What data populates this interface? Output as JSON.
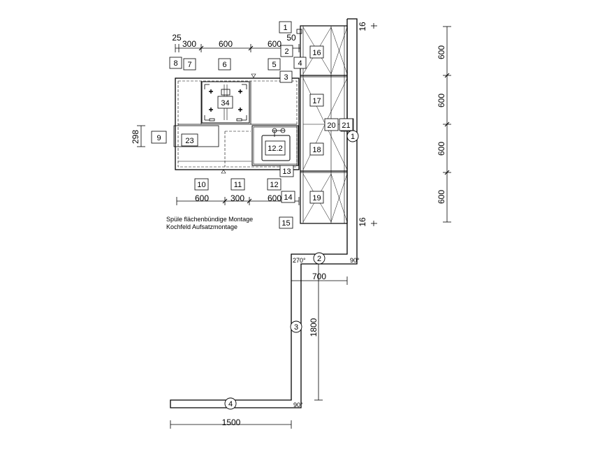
{
  "labels": {
    "b1": "1",
    "b2": "2",
    "b3": "3",
    "b4": "4",
    "b5": "5",
    "b6": "6",
    "b7": "7",
    "b8": "8",
    "b9": "9",
    "b10": "10",
    "b11": "11",
    "b12": "12",
    "b122": "12.2",
    "b13": "13",
    "b14": "14",
    "b15": "15",
    "b16": "16",
    "b17": "17",
    "b18": "18",
    "b19": "19",
    "b20": "20",
    "b21": "21",
    "b23": "23",
    "b34": "34"
  },
  "dims": {
    "d25": "25",
    "d300a": "300",
    "d600a": "600",
    "d600b": "600",
    "d50": "50",
    "d298": "298",
    "d600c": "600",
    "d300b": "300",
    "d600d": "600",
    "d16a": "16",
    "d16b": "16",
    "r600a": "600",
    "r600b": "600",
    "r600c": "600",
    "r600d": "600",
    "w700": "700",
    "w1800": "1800",
    "w1500": "1500"
  },
  "walls": {
    "c1": "1",
    "c2": "2",
    "c3": "3",
    "c4": "4"
  },
  "angles": {
    "a270": "270°",
    "a90a": "90°",
    "a90b": "90°"
  },
  "notes": {
    "line1": "Spüle flächenbündige Montage",
    "line2": "Kochfeld Aufsatzmontage"
  }
}
